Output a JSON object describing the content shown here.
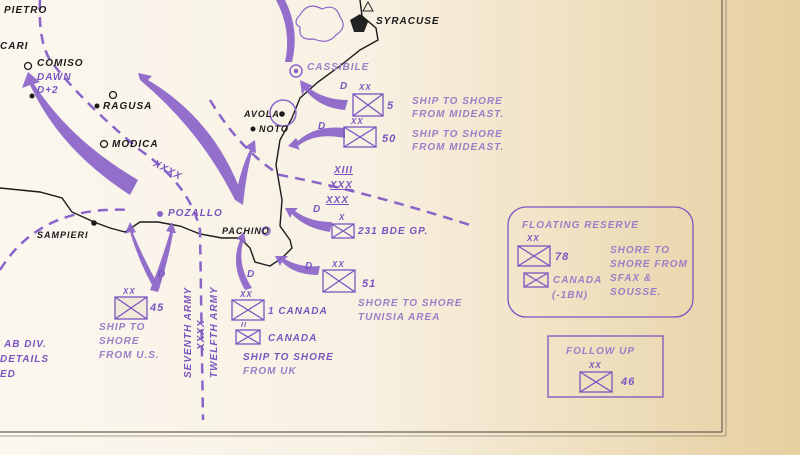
{
  "colors": {
    "ink": "#7a55c0",
    "coast": "#1a1a1a",
    "paper": "#f8f1e3"
  },
  "towns": {
    "pietro": "PIETRO",
    "cari": "CARI",
    "comiso": "COMISO",
    "ragusa": "RAGUSA",
    "modica": "MODICA",
    "pozallo": "POZALLO",
    "sampieri": "SAMPIERI",
    "pachino": "PACHINO",
    "avola": "AVOLA",
    "noto": "NOTO",
    "cassibile": "CASSIBILE",
    "syracuse": "SYRACUSE"
  },
  "annotations": {
    "dawn": "DAWN",
    "d_plus_2": "D+2",
    "d": "D",
    "xxxx": "XXXX",
    "xiii": "XIII",
    "xxx": "XXX",
    "xx": "XX",
    "x": "X",
    "ii": "II"
  },
  "units": {
    "div5": {
      "number": "5",
      "line1": "SHIP TO SHORE",
      "line2": "FROM MIDEAST."
    },
    "div50": {
      "number": "50",
      "line1": "SHIP TO SHORE",
      "line2": "FROM MIDEAST."
    },
    "bde231": {
      "label": "231 BDE GP."
    },
    "div51": {
      "number": "51",
      "line1": "SHORE TO SHORE",
      "line2": "TUNISIA AREA"
    },
    "canada1": {
      "label": "1 CANADA"
    },
    "canada_bde": {
      "label": "CANADA",
      "line1": "SHIP TO SHORE",
      "line2": "FROM UK"
    },
    "div45": {
      "number": "45",
      "line1": "SHIP TO",
      "line2": "SHORE",
      "line3": "FROM U.S."
    },
    "ab_div": {
      "line1": "AB DIV.",
      "line2": "DETAILS",
      "line3": "ED"
    }
  },
  "boundary": {
    "left": "SEVENTH ARMY",
    "mid": "XXXX",
    "right": "TWELFTH ARMY"
  },
  "floating_reserve": {
    "title": "FLOATING RESERVE",
    "div": "78",
    "canada": "CANADA",
    "canada_note": "(-1BN)",
    "lines": [
      "SHORE TO",
      "SHORE FROM",
      "SFAX &",
      "SOUSSE."
    ]
  },
  "follow_up": {
    "title": "FOLLOW UP",
    "div": "46"
  }
}
